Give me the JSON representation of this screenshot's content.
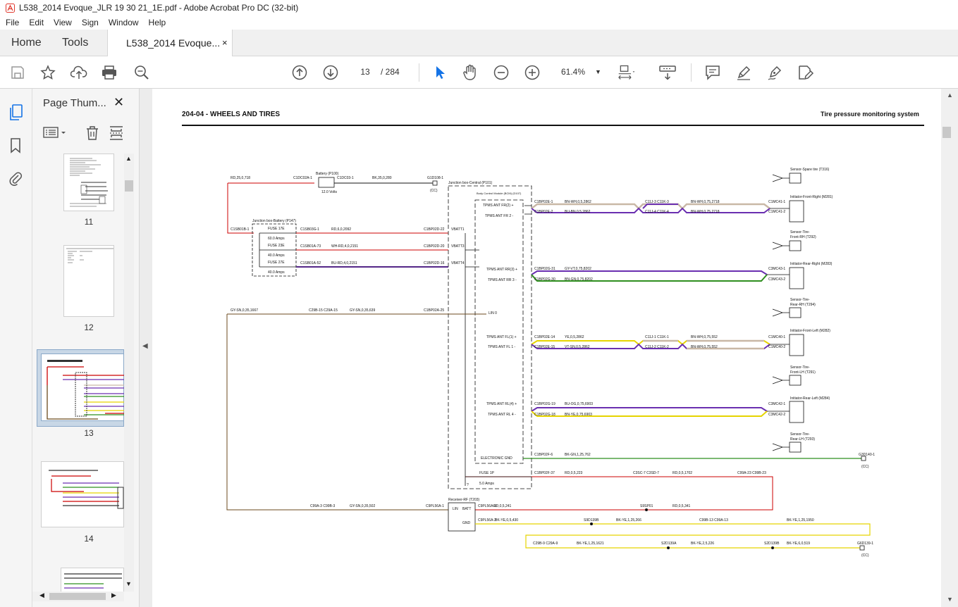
{
  "window": {
    "title": "L538_2014 Evoque_JLR 19 30 21_1E.pdf - Adobe Acrobat Pro DC (32-bit)"
  },
  "menu": [
    "File",
    "Edit",
    "View",
    "Sign",
    "Window",
    "Help"
  ],
  "tabs": {
    "home": "Home",
    "tools": "Tools",
    "doc": "L538_2014 Evoque...",
    "close": "×"
  },
  "toolbar": {
    "page": "13",
    "page_total": "/ 284",
    "zoom": "61.4%"
  },
  "panel": {
    "title": "Page Thum...",
    "close": "✕"
  },
  "thumbnails": [
    {
      "label": "11"
    },
    {
      "label": "12"
    },
    {
      "label": "13"
    },
    {
      "label": "14"
    }
  ],
  "document": {
    "section": "204-04 - WHEELS AND TIRES",
    "doc_title": "Tire pressure monitoring system",
    "components": {
      "battery": "Battery (P100)",
      "battery_volts": "12.0 Volts",
      "jb_battery": "Junction box-Battery (P147)",
      "jb_central": "Junction box-Central (P101)",
      "bcm": "Body Control Module (BCM) (D107)",
      "receiver": "Receiver-RF (T203)",
      "fuse17": "FUSE 17E",
      "fuse17_amps": "60.0 Amps",
      "fuse23": "FUSE 23E",
      "fuse23_amps": "40.0 Amps",
      "fuse27": "FUSE 27E",
      "fuse27_amps": "40.0 Amps",
      "fuse1p": "FUSE 1P",
      "fuse1p_amps": "5.0 Amps",
      "vbatt1": "VBATT1",
      "vbatt3": "VBATT3",
      "vbatt4": "VBATT4",
      "lin0": "LIN 0",
      "egnd": "ELECTRONIC GND",
      "rx_lin": "LIN",
      "rx_batt": "BATT",
      "rx_gnd": "GND",
      "cc": "(CC)",
      "q": "?"
    },
    "ant_labels": [
      "TPMS ANT FR(2) +",
      "TPMS ANT FR 2 -",
      "TPMS ANT RR(3) +",
      "TPMS ANT RR 3 -",
      "TPMS ANT FL(1) +",
      "TPMS ANT FL 1 -",
      "TPMS ANT RL(4) +",
      "TPMS ANT RL 4 -"
    ],
    "sensors": [
      "Sensor-Spare tire (T316)",
      "Initiator-Front-Right (M281)",
      "Sensor-Tire-",
      "Front-RH (T292)",
      "Initiator-Rear-Right (M283)",
      "Sensor-Tire-",
      "Rear-RH (T294)",
      "Initiator-Front-Left (M282)",
      "Sensor-Tire-",
      "Front-LH (T291)",
      "Initiator-Rear-Left (M284)",
      "Sensor-Tire-",
      "Rear-LH (T293)"
    ],
    "wires": {
      "w_rd25": "RD,25,0,718",
      "w_c1dc02a": "C1DC02A-1",
      "w_c1dc03": "C1DC03-1",
      "w_bk35": "BK,35,0,280",
      "w_g1d108": "G1D108-1",
      "w_c1sb01b": "C1SB01B-1",
      "w_c1sb03g": "C1SB03G-1",
      "w_rd60": "RD,6,0,2092",
      "w_c1bp02d22": "C1BP02D-22",
      "w_c1sb01a73": "C1SB01A-73",
      "w_whrd": "WH-RD,4,0,2151",
      "w_c1bp02d20": "C1BP02D-20",
      "w_c1sb01a52": "C1SB01A-52",
      "w_burd": "BU-RD,4,0,2151",
      "w_c1bp02d16": "C1BP02D-16",
      "w_gysn1": "GY-SN,0,35,1667",
      "w_c29b15": "C29B-15 C29A-15",
      "w_gysn2": "GY-SN,0,35,639",
      "w_c1bp02a25": "C1BP02A-25",
      "w_c1bp02e1": "C1BP02E-1",
      "w_bnwh1": "BN-WH,0,5,2862",
      "w_c11j3": "C11J-3 C11K-3",
      "w_bnwh2": "BN-WH,0,75,2718",
      "w_c1mc41_1": "C1MC41-1",
      "w_c1bp02e2": "C1BP02E-2",
      "w_bubn": "BU-BN,0,5,2862",
      "w_c11j4": "C11J-4 C11K-4",
      "w_bnwh3": "BN-WH,0,75,2718",
      "w_c1mc41_2": "C1MC41-2",
      "w_c1bp02g31": "C1BP02G-31",
      "w_gyvt": "GY-VT,0,75,8202",
      "w_c3mc43_1": "C3MC43-1",
      "w_c1bp02g30": "C1BP02G-30",
      "w_bngn": "BN-GN,0,75,8202",
      "w_c3mc43_2": "C3MC43-2",
      "w_c1bp02e14": "C1BP02E-14",
      "w_ye05": "YE,0,5,2862",
      "w_c11j1": "C11J-1 C11K-1",
      "w_bnwh4": "BN-WH,0,75,552",
      "w_c1mc40_1": "C1MC40-1",
      "w_c1bp02e15": "C1BP02E-15",
      "w_vtsn": "VT-SN,0,5,2862",
      "w_c11j2": "C11J-2 C11K-2",
      "w_bnwh5": "BN-WH,0,75,552",
      "w_c1mc40_2": "C1MC40-2",
      "w_c1bp02g19": "C1BP02G-19",
      "w_buog": "BU-OG,0,75,6903",
      "w_c3mc42_1": "C3MC42-1",
      "w_c1bp02g18": "C1BP02G-18",
      "w_bnye": "BN-YE,0,75,6903",
      "w_c3mc42_2": "C3MC42-2",
      "w_c1bp02f6": "C1BP02F-6",
      "w_bkgn": "BK-GN,1,25,762",
      "w_g3d140": "G3D140-1",
      "w_c1bp02f37": "C1BP02F-37",
      "w_rd05_223": "RD,0,5,223",
      "w_c3sc7": "C3SC-7 C3SD-7",
      "w_rd05_1702": "RD,0,5,1702",
      "w_c99a23": "C99A-23 C99B-23",
      "w_c99a3": "C99A-3 C99B-3",
      "w_gysn3": "GY-SN,0,35,502",
      "w_c9pl56a1": "C9PL56A-1",
      "w_c9pl56a3": "C9PL56A-3",
      "w_rd05_241": "RD,0,5,241",
      "w_s9sp01": "S9SP01",
      "w_rd05_341": "RD,0,5,341",
      "w_c9pl56a2": "C9PL56A-2",
      "w_bkye1": "BK-YE,0,5,430",
      "w_s9d139b": "S9D139B",
      "w_bkye2": "BK-YE,1,25,266",
      "w_c99b13": "C99B-13 C99A-13",
      "w_bkye3": "BK-YE,1,25,1950",
      "w_c29b9": "C29B-9 C29A-9",
      "w_bkye4": "BK-YE,1,25,1621",
      "w_s2d139a": "S2D139A",
      "w_bkye5": "BK-YE,2,5,226",
      "w_s2d139b": "S2D139B",
      "w_bkye6": "BK-YE,6,0,519",
      "w_g6d139": "G6D139-1"
    }
  },
  "colors": {
    "accent": "#1473e6",
    "wire_red": "#cc0000",
    "wire_brown": "#6b4a1e",
    "wire_purple": "#6a2fb0",
    "wire_yellow": "#e6d400",
    "wire_green": "#2f8f1f",
    "wire_tan": "#c9b8a6"
  }
}
